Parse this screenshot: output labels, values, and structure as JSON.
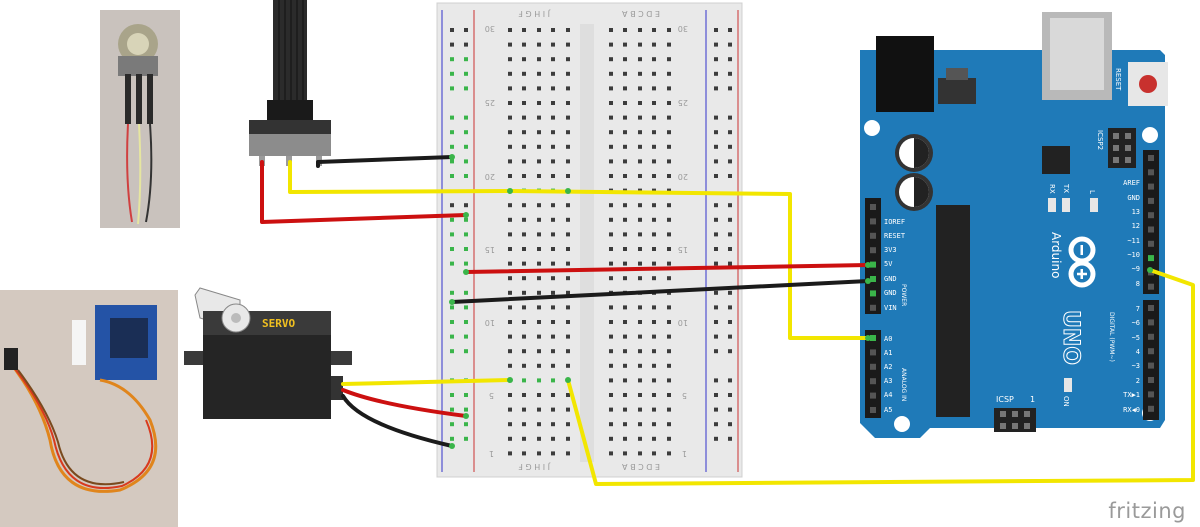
{
  "breadboard": {
    "left_columns": "J I H G F",
    "right_columns": "E D C B A",
    "row_numbers": [
      "30",
      "25",
      "20",
      "15",
      "10",
      "5",
      "1"
    ]
  },
  "servo": {
    "label": "SERVO"
  },
  "arduino": {
    "brand": "Arduino",
    "model": "UNO",
    "reset_label": "RESET",
    "icsp2_label": "ICSP2",
    "icsp_label": "ICSP",
    "icsp_pin": "1",
    "rx_label": "RX",
    "tx_label": "TX",
    "l_label": "L",
    "on_label": "ON",
    "power_label": "POWER",
    "analog_label": "ANALOG IN",
    "digital_label": "DIGITAL (PWM~)",
    "power_pins": [
      "IOREF",
      "RESET",
      "3V3",
      "5V",
      "GND",
      "GND",
      "VIN"
    ],
    "analog_pins": [
      "A0",
      "A1",
      "A2",
      "A3",
      "A4",
      "A5"
    ],
    "digital_high": [
      "AREF",
      "GND",
      "13",
      "12",
      "~11",
      "~10",
      "~9",
      "8"
    ],
    "digital_low": [
      "7",
      "~6",
      "~5",
      "4",
      "~3",
      "2",
      "TX▶1",
      "RX◀0"
    ]
  },
  "watermark": "fritzing",
  "colors": {
    "board": "#1f7ab8",
    "wire_red": "#cc1010",
    "wire_yellow": "#f2e600",
    "wire_black": "#1b1b1b",
    "breadboard": "#e9e9e9",
    "hole_green": "#3ab54a"
  }
}
